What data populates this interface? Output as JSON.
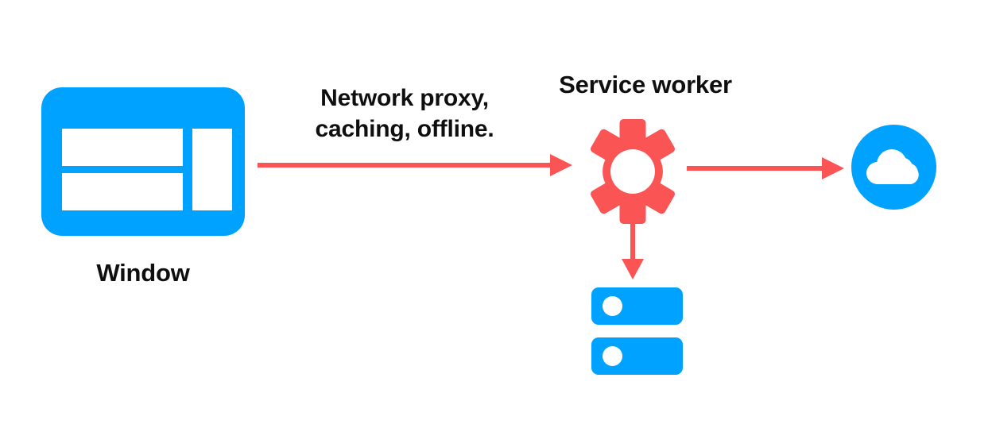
{
  "diagram": {
    "title": "Service worker network proxy diagram",
    "background": "#ffffff",
    "colors": {
      "blue": "#00a2ff",
      "red": "#fb5454",
      "text": "#0f0f0f",
      "white": "#ffffff"
    },
    "nodes": {
      "window": {
        "label": "Window",
        "icon": "browser-window-icon",
        "color": "#00a2ff"
      },
      "service_worker": {
        "label": "Service worker",
        "icon": "gear-icon",
        "color": "#fb5454"
      },
      "cloud": {
        "label": "",
        "icon": "cloud-icon",
        "color": "#00a2ff"
      },
      "storage": {
        "label": "",
        "icon": "storage-icon",
        "color": "#00a2ff"
      }
    },
    "edges": {
      "window_to_service_worker": {
        "caption": "Network proxy,\ncaching, offline.",
        "color": "#fb5454",
        "direction": "right"
      },
      "service_worker_to_cloud": {
        "caption": "",
        "color": "#fb5454",
        "direction": "right"
      },
      "service_worker_to_storage": {
        "caption": "",
        "color": "#fb5454",
        "direction": "down"
      }
    }
  }
}
